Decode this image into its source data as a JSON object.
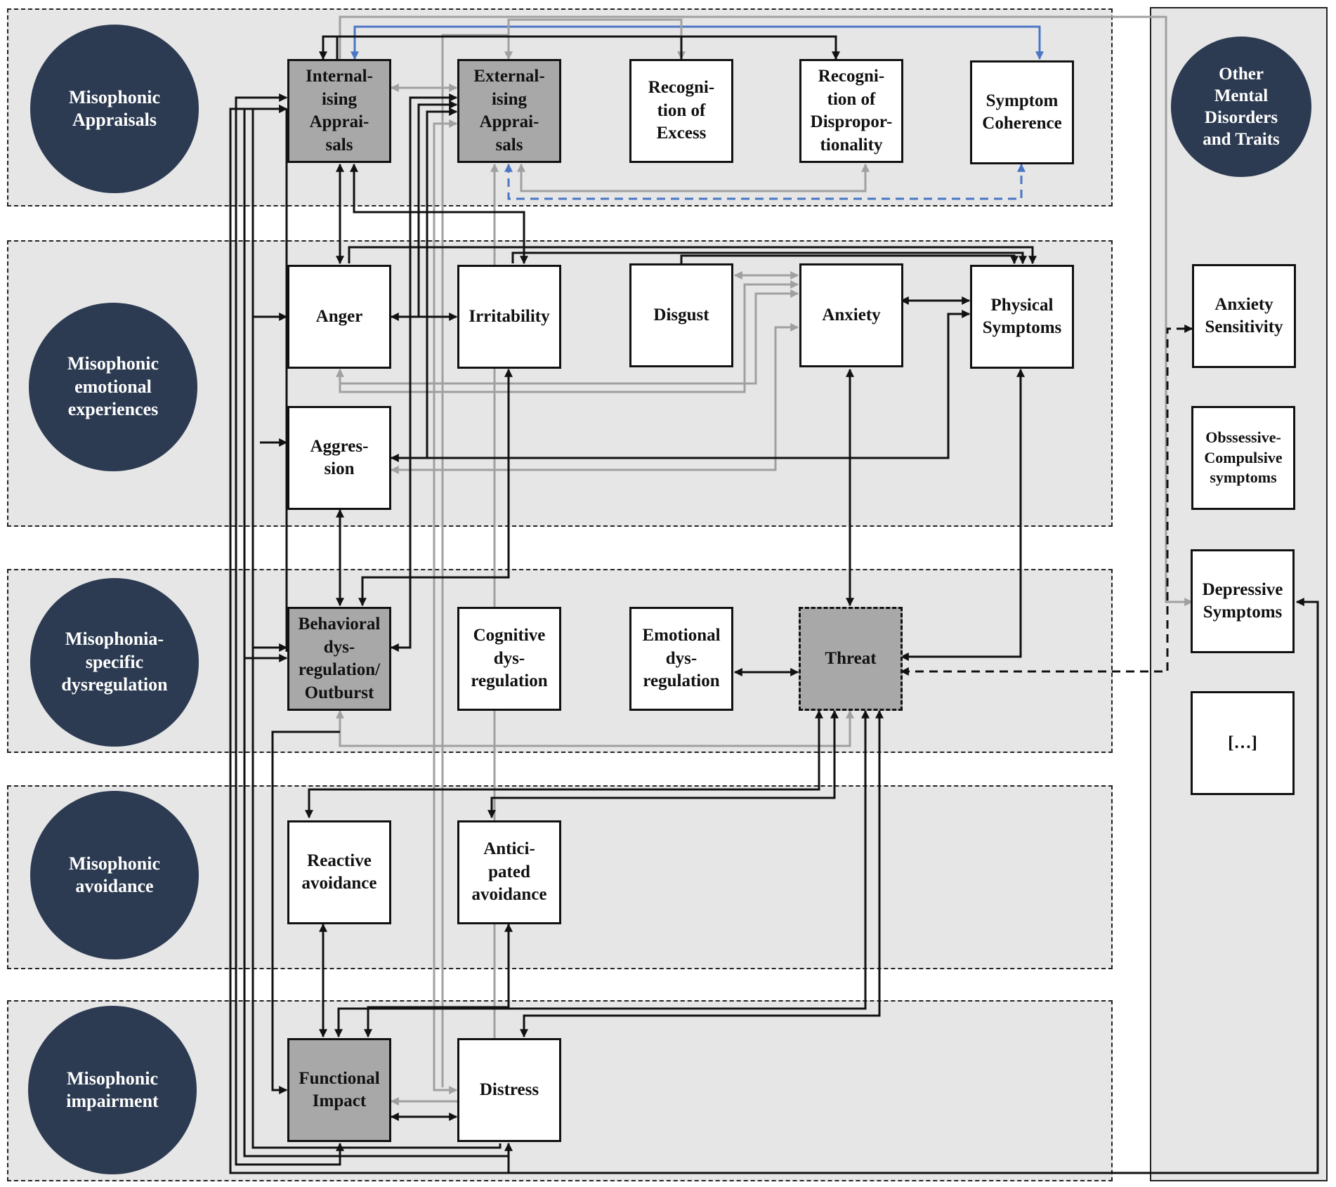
{
  "colors": {
    "band_bg": "#e6e6e6",
    "circle_bg": "#2c3b52",
    "highlight_node_bg": "#a8a8a8",
    "edge_black": "#111111",
    "edge_grey": "#a0a0a0",
    "edge_blue": "#4a76c4"
  },
  "domains": {
    "appraisals": "Misophonic\nAppraisals",
    "emotional": "Misophonic\nemotional\nexperiences",
    "dysregulation": "Misophonia-\nspecific\ndysregulation",
    "avoidance": "Misophonic\navoidance",
    "impairment": "Misophonic\nimpairment",
    "other": "Other\nMental\nDisorders\nand Traits"
  },
  "nodes": {
    "internalising": "Internal-\nising\nApprai-\nsals",
    "externalising": "External-\nising\nApprai-\nsals",
    "recognition_excess": "Recogni-\ntion of\nExcess",
    "recognition_disproportionality": "Recogni-\ntion of\nDispropor-\ntionality",
    "symptom_coherence": "Symptom\nCoherence",
    "anger": "Anger",
    "irritability": "Irritability",
    "disgust": "Disgust",
    "anxiety": "Anxiety",
    "physical_symptoms": "Physical\nSymptoms",
    "aggression": "Aggres-\nsion",
    "behavioral": "Behavioral\ndys-\nregulation/\nOutburst",
    "cognitive": "Cognitive\ndys-\nregulation",
    "emotional_dys": "Emotional\ndys-\nregulation",
    "threat": "Threat",
    "reactive": "Reactive\navoidance",
    "anticipated": "Antici-\npated\navoidance",
    "functional": "Functional\nImpact",
    "distress": "Distress",
    "anxiety_sensitivity": "Anxiety\nSensitivity",
    "ocd": "Obssessive-\nCompulsive\nsymptoms",
    "depressive": "Depressive\nSymptoms",
    "ellipsis": "[…]"
  }
}
